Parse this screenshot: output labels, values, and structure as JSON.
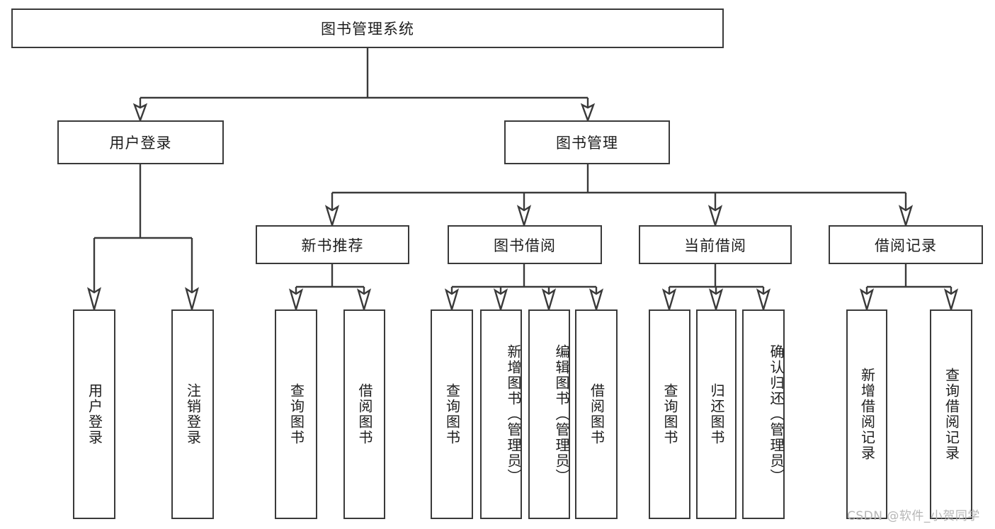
{
  "diagram": {
    "type": "tree",
    "title": "图书管理系统",
    "root": {
      "id": "root",
      "label": "图书管理系统",
      "orientation": "horizontal"
    },
    "level2": [
      {
        "id": "user-login",
        "label": "用户登录",
        "orientation": "horizontal"
      },
      {
        "id": "book-management",
        "label": "图书管理",
        "orientation": "horizontal"
      }
    ],
    "level3": [
      {
        "id": "new-book-recommend",
        "label": "新书推荐",
        "orientation": "horizontal",
        "parent": "book-management"
      },
      {
        "id": "book-borrow",
        "label": "图书借阅",
        "orientation": "horizontal",
        "parent": "book-management"
      },
      {
        "id": "current-borrow",
        "label": "当前借阅",
        "orientation": "horizontal",
        "parent": "book-management"
      },
      {
        "id": "borrow-record",
        "label": "借阅记录",
        "orientation": "horizontal",
        "parent": "book-management"
      }
    ],
    "leaves": [
      {
        "id": "leaf-user-login",
        "label": "用户登录",
        "parent": "user-login"
      },
      {
        "id": "leaf-logout-login",
        "label": "注销登录",
        "parent": "user-login"
      },
      {
        "id": "leaf-query-book-1",
        "label": "查询图书",
        "parent": "new-book-recommend"
      },
      {
        "id": "leaf-borrow-book-1",
        "label": "借阅图书",
        "parent": "new-book-recommend"
      },
      {
        "id": "leaf-query-book-2",
        "label": "查询图书",
        "parent": "book-borrow"
      },
      {
        "id": "leaf-add-book",
        "label": "新增图书（管理员）",
        "parent": "book-borrow"
      },
      {
        "id": "leaf-edit-book",
        "label": "编辑图书（管理员）",
        "parent": "book-borrow"
      },
      {
        "id": "leaf-borrow-book-2",
        "label": "借阅图书",
        "parent": "book-borrow"
      },
      {
        "id": "leaf-query-book-3",
        "label": "查询图书",
        "parent": "current-borrow"
      },
      {
        "id": "leaf-return-book",
        "label": "归还图书",
        "parent": "current-borrow"
      },
      {
        "id": "leaf-confirm-return",
        "label": "确认归还（管理员）",
        "parent": "current-borrow"
      },
      {
        "id": "leaf-add-borrow-record",
        "label": "新增借阅记录",
        "parent": "borrow-record"
      },
      {
        "id": "leaf-query-borrow-record",
        "label": "查询借阅记录",
        "parent": "borrow-record"
      }
    ]
  },
  "watermark": {
    "text": "CSDN @软件_小贺同学"
  },
  "colors": {
    "stroke": "#3a3a3a",
    "text": "#1d1d1d",
    "background": "#ffffff",
    "watermark": "#b6b6b6"
  }
}
